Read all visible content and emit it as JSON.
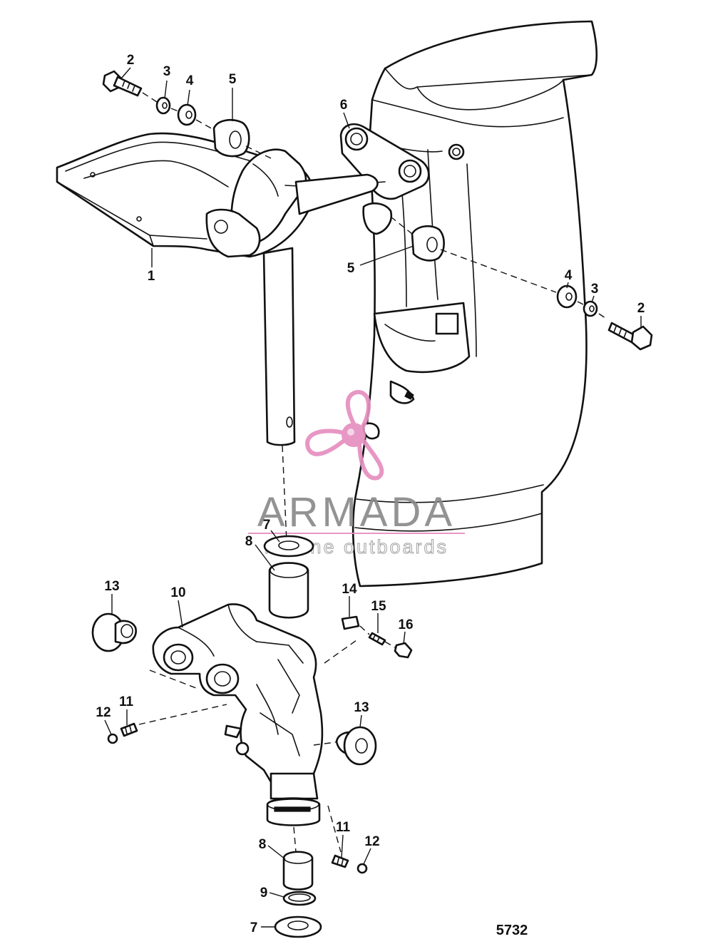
{
  "callouts": [
    {
      "id": "c1",
      "text": "1"
    },
    {
      "id": "c2a",
      "text": "2"
    },
    {
      "id": "c3a",
      "text": "3"
    },
    {
      "id": "c4a",
      "text": "4"
    },
    {
      "id": "c5a",
      "text": "5"
    },
    {
      "id": "c6",
      "text": "6"
    },
    {
      "id": "c5b",
      "text": "5"
    },
    {
      "id": "c4b",
      "text": "4"
    },
    {
      "id": "c3b",
      "text": "3"
    },
    {
      "id": "c2b",
      "text": "2"
    },
    {
      "id": "c7a",
      "text": "7"
    },
    {
      "id": "c8a",
      "text": "8"
    },
    {
      "id": "c13a",
      "text": "13"
    },
    {
      "id": "c10",
      "text": "10"
    },
    {
      "id": "c14",
      "text": "14"
    },
    {
      "id": "c15",
      "text": "15"
    },
    {
      "id": "c16",
      "text": "16"
    },
    {
      "id": "c12a",
      "text": "12"
    },
    {
      "id": "c11a",
      "text": "11"
    },
    {
      "id": "c13b",
      "text": "13"
    },
    {
      "id": "c11b",
      "text": "11"
    },
    {
      "id": "c12b",
      "text": "12"
    },
    {
      "id": "c8b",
      "text": "8"
    },
    {
      "id": "c9",
      "text": "9"
    },
    {
      "id": "c7b",
      "text": "7"
    }
  ],
  "watermark": {
    "title": "ARMADA",
    "subtitle": "marine outboards",
    "accent_color": "#e68fc0"
  },
  "figure_number": "5732",
  "colors": {
    "line": "#111111",
    "background": "#ffffff",
    "watermark_gray": "#8a8a8a"
  }
}
